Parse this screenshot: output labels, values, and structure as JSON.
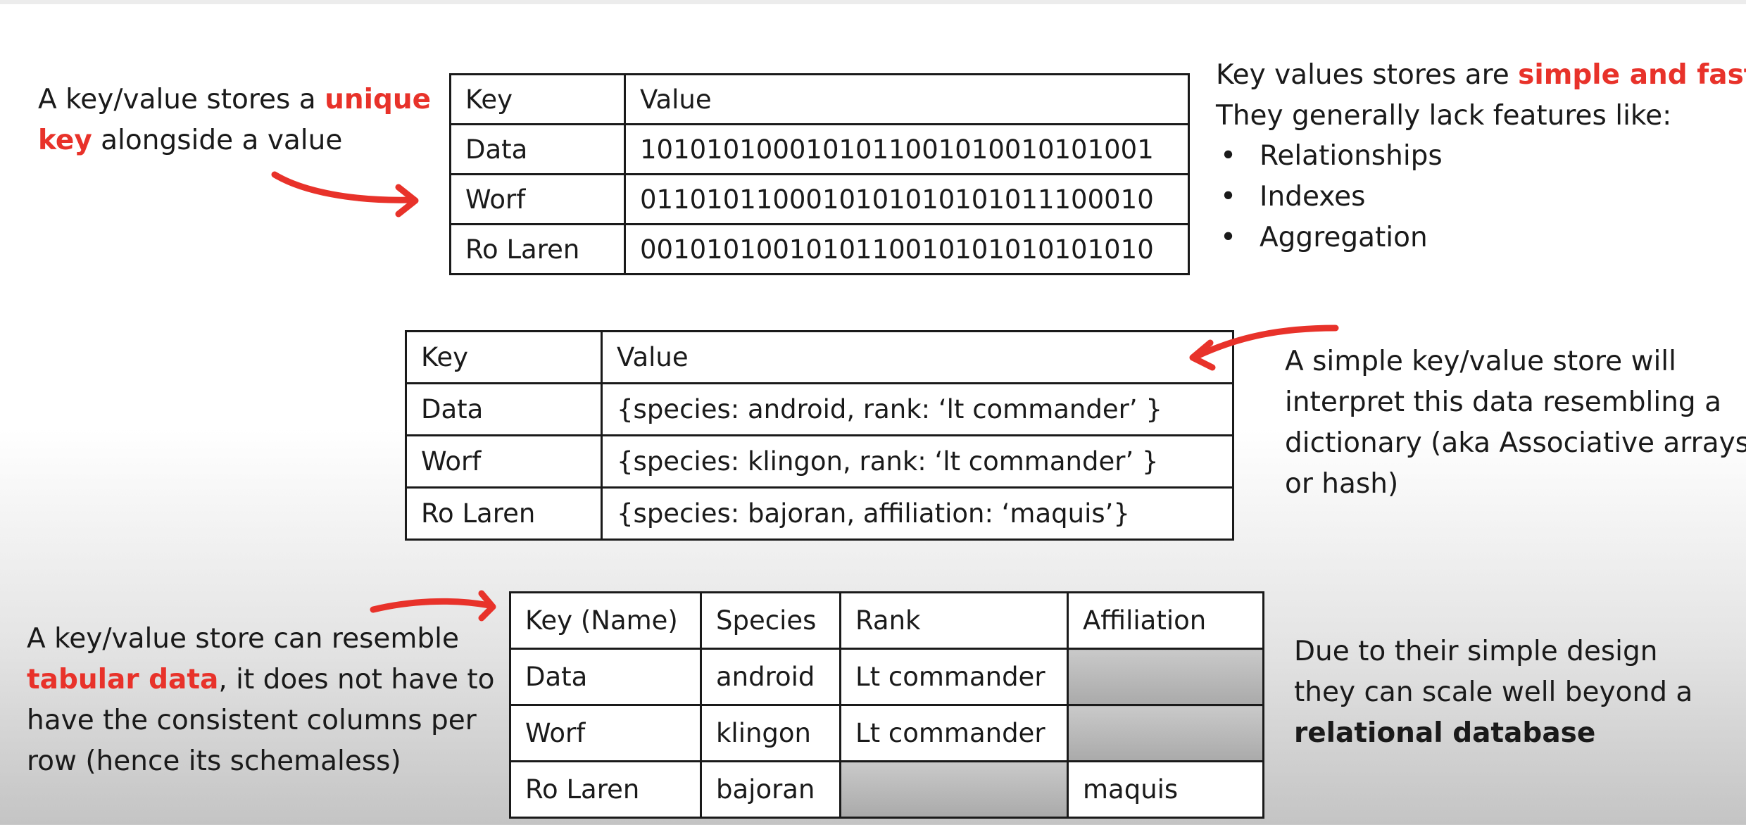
{
  "top_left_note": {
    "pre": "A key/value stores a ",
    "highlight": "unique key",
    "post": " alongside a value"
  },
  "top_right_note": {
    "line1_pre": "Key values stores are ",
    "line1_highlight": "simple and fast",
    "line1_post": ".",
    "line2": "They generally lack features like:",
    "bullets": [
      "Relationships",
      "Indexes",
      "Aggregation"
    ]
  },
  "table1": {
    "header": [
      "Key",
      "Value"
    ],
    "rows": [
      [
        "Data",
        "10101010001010110010100101010 01"
      ],
      [
        "Worf",
        "01101011000101010101010 11100010"
      ],
      [
        "Ro Laren",
        "00101010010101100101010101 01010"
      ]
    ]
  },
  "table2": {
    "header": [
      "Key",
      "Value"
    ],
    "rows": [
      [
        "Data",
        "{species: android, rank: ‘lt commander’ }"
      ],
      [
        "Worf",
        "{species: klingon, rank: ‘lt commander’ }"
      ],
      [
        "Ro Laren",
        "{species: bajoran, affiliation: ‘maquis’}"
      ]
    ]
  },
  "middle_right_note": [
    "A simple key/value store will",
    "interpret this data resembling a",
    "dictionary (aka Associative arrays",
    "or hash)"
  ],
  "table3": {
    "header": [
      "Key (Name)",
      "Species",
      "Rank",
      "Affiliation"
    ],
    "rows": [
      [
        "Data",
        "android",
        "Lt commander",
        ""
      ],
      [
        "Worf",
        "klingon",
        "Lt commander",
        ""
      ],
      [
        "Ro Laren",
        "bajoran",
        "",
        "maquis"
      ]
    ]
  },
  "bottom_left_note": {
    "line1": "A key/value store can resemble",
    "highlight": "tabular data",
    "line2_post": ", it does not have to",
    "line3": "have the consistent columns per",
    "line4": "row (hence its schemaless)"
  },
  "bottom_right_note": {
    "line1": "Due to their simple design",
    "line2": "they can scale well beyond a",
    "bold": "relational database"
  },
  "colors": {
    "accent": "#e8322a",
    "text": "#1a1a1a"
  }
}
